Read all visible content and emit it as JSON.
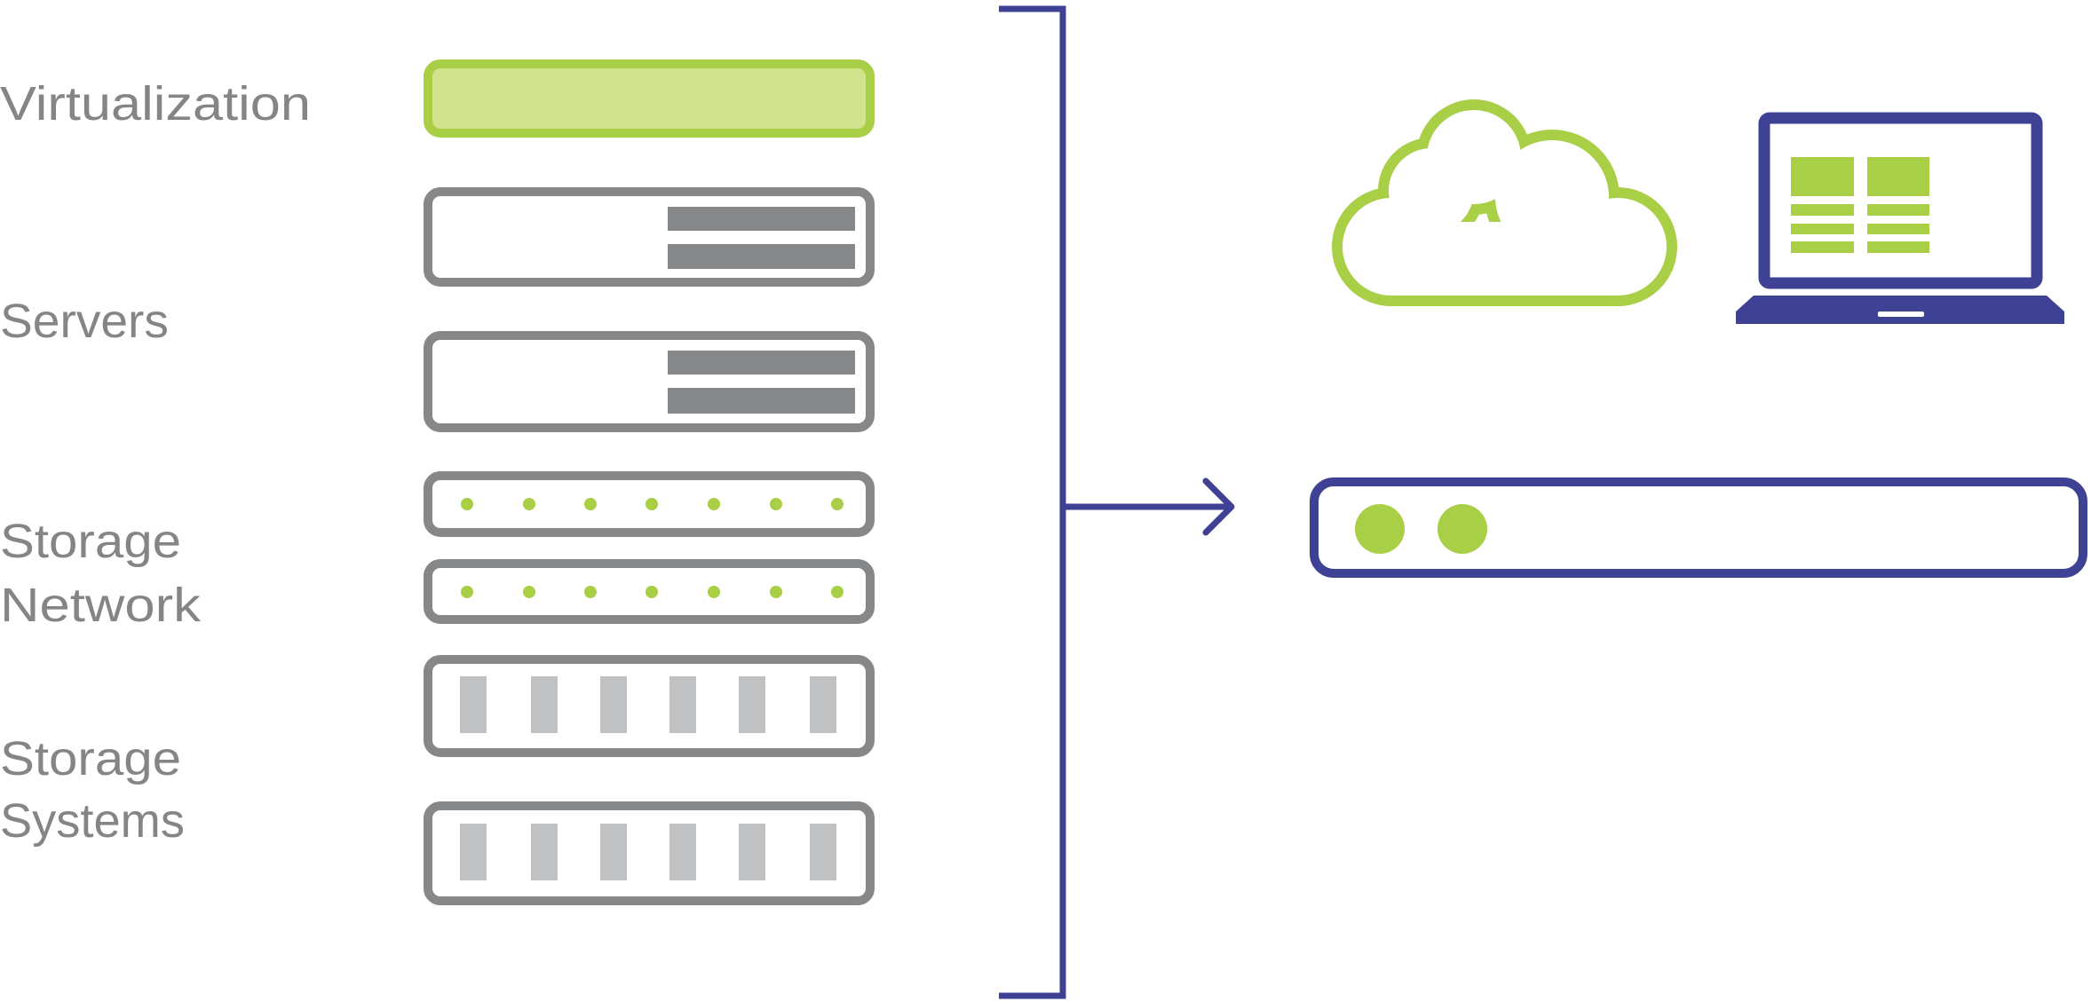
{
  "labels": {
    "virtualization": "Virtualization",
    "servers": "Servers",
    "storage_network_line1": "Storage",
    "storage_network_line2": "Network",
    "storage_systems_line1": "Storage",
    "storage_systems_line2": "Systems"
  },
  "icons": {
    "left_stack": [
      "virtualization-layer-icon",
      "server-icon",
      "server-icon",
      "network-switch-icon",
      "network-switch-icon",
      "storage-array-icon",
      "storage-array-icon"
    ],
    "right": [
      "cloud-icon",
      "laptop-icon",
      "hyperconverged-appliance-icon"
    ],
    "connector": "bracket-arrow-icon"
  },
  "colors": {
    "green": "#a8cf45",
    "light_green": "#d3e28c",
    "gray": "#868788",
    "light_gray": "#c0c1c2",
    "purple": "#3f4194",
    "text": "#858585"
  }
}
